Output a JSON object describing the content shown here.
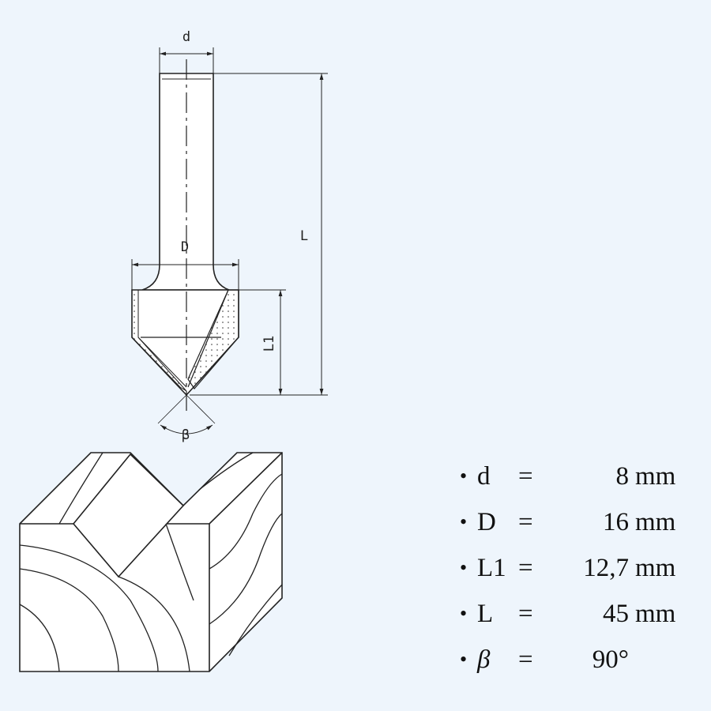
{
  "drawing": {
    "labels": {
      "d": "d",
      "D": "D",
      "L": "L",
      "L1": "L1",
      "beta": "β"
    }
  },
  "specs": [
    {
      "symbol": "d",
      "eq": "=",
      "value": "8",
      "unit": "mm"
    },
    {
      "symbol": "D",
      "eq": "=",
      "value": "16",
      "unit": "mm"
    },
    {
      "symbol": "L1",
      "eq": "=",
      "value": "12,7",
      "unit": "mm"
    },
    {
      "symbol": "L",
      "eq": "=",
      "value": "45",
      "unit": "mm"
    },
    {
      "symbol": "β",
      "eq": "=",
      "value": "90°",
      "unit": ""
    }
  ],
  "colors": {
    "background": "#eef5fc",
    "line": "#222222"
  }
}
